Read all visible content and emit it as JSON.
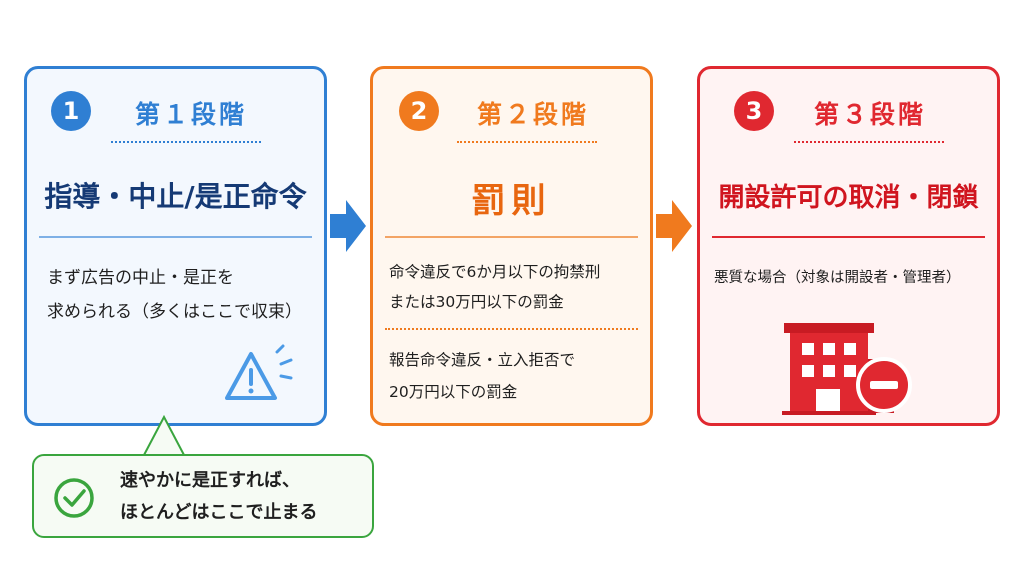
{
  "stages": [
    {
      "number": "1",
      "label": "第１段階",
      "title": "指導・中止/是正命令",
      "lines": [
        "まず広告の中止・是正を",
        "求められる（多くはここで収束）"
      ],
      "color": "#2f7fd3",
      "icon": "warning-triangle-icon"
    },
    {
      "number": "2",
      "label": "第２段階",
      "title": "罰則",
      "penalty_a": [
        "命令違反で6か月以下の拘禁刑",
        "または30万円以下の罰金"
      ],
      "penalty_b": [
        "報告命令違反・立入拒否で",
        "20万円以下の罰金"
      ],
      "color": "#f07a1e"
    },
    {
      "number": "3",
      "label": "第３段階",
      "title": "開設許可の取消・閉鎖",
      "line": "悪質な場合（対象は開設者・管理者）",
      "color": "#e02830",
      "icon": "closed-building-icon"
    }
  ],
  "callout": {
    "lines": [
      "速やかに是正すれば、",
      "ほとんどはここで止まる"
    ],
    "color": "#3aa53e",
    "icon": "check-circle-icon"
  }
}
